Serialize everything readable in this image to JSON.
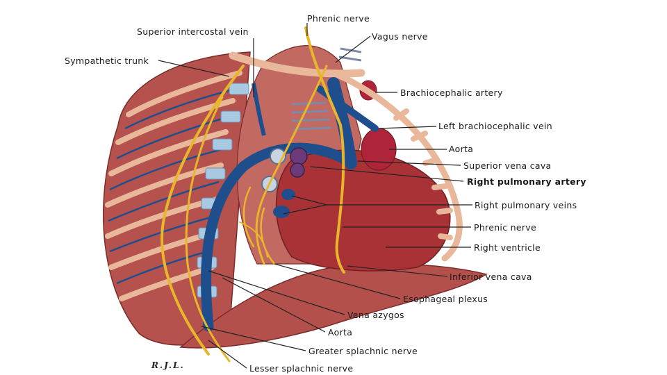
{
  "labels": {
    "phrenic_nerve_top": "Phrenic nerve",
    "superior_intercostal_vein": "Superior intercostal vein",
    "vagus_nerve": "Vagus nerve",
    "sympathetic_trunk": "Sympathetic trunk",
    "brachiocephalic_artery": "Brachiocephalic artery",
    "left_brachiocephalic_vein": "Left brachiocephalic vein",
    "aorta_upper": "Aorta",
    "superior_vena_cava": "Superior vena cava",
    "right_pulmonary_artery": "Right pulmonary artery",
    "right_pulmonary_veins": "Right pulmonary veins",
    "phrenic_nerve_lower": "Phrenic nerve",
    "right_ventricle": "Right ventricle",
    "inferior_vena_cava": "Inferior vena cava",
    "esophageal_plexus": "Esophageal plexus",
    "vena_azygos": "Vena azygos",
    "aorta_lower": "Aorta",
    "greater_splachnic_nerve": "Greater splachnic nerve",
    "lesser_splachnic_nerve": "Lesser splachnic nerve"
  },
  "signature": "R.J.L.",
  "colors": {
    "muscle": "#b5524e",
    "muscle_dark": "#8e3533",
    "rib": "#e9b89a",
    "vein": "#1f4e8c",
    "nerve": "#e8b62a",
    "heart": "#a83236",
    "artery": "#b0243a",
    "vertebra": "#a9c9e2"
  }
}
